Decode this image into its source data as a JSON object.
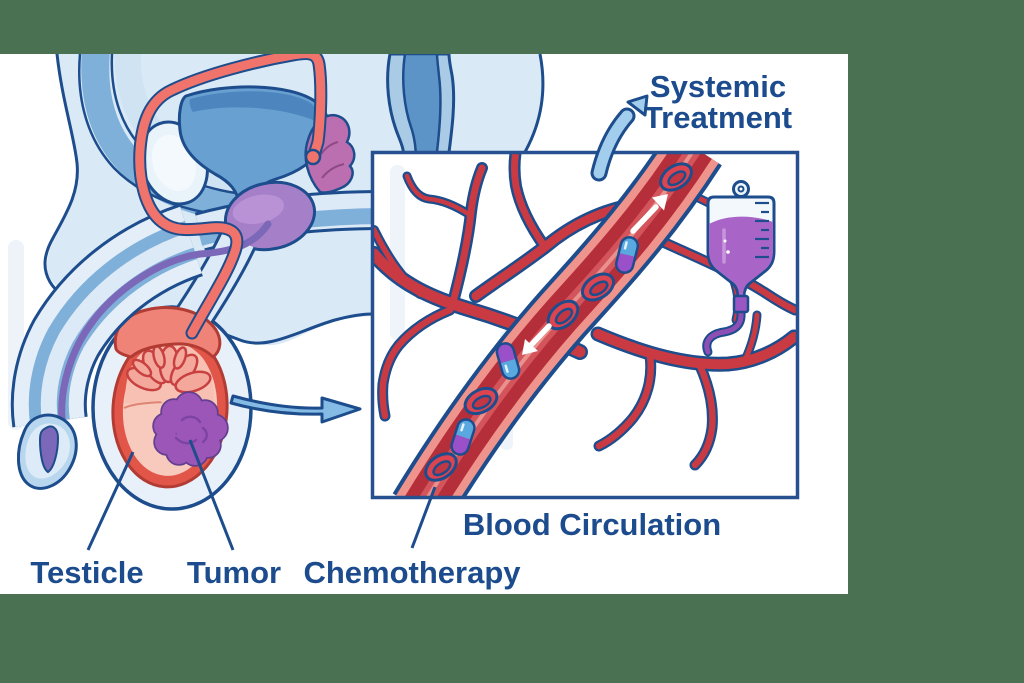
{
  "labels": {
    "systemic_treatment_line1": "Systemic",
    "systemic_treatment_line2": "Treatment",
    "blood_circulation": "Blood Circulation",
    "testicle": "Testicle",
    "tumor": "Tumor",
    "chemotherapy": "Chemotherapy"
  },
  "inset": {
    "red_blood_cell_count": 5,
    "chemo_capsule_count": 3,
    "flow_arrow_count": 2,
    "iv_bag": {
      "tick_count": 7,
      "liquid_color": "#a964c8"
    }
  },
  "annotations": {
    "leader_lines": [
      "testicle",
      "tumor",
      "chemotherapy"
    ],
    "arrows": [
      "zoom-arrow-to-inset",
      "systemic-treatment-arrow"
    ]
  },
  "colors": {
    "outer_background": "#4b7153",
    "canvas": "#ffffff",
    "outline_navy": "#1d4d8c",
    "label_text": "#1c4c8d",
    "body_light_blue": "#d9e9f6",
    "body_medium_blue": "#7fb0da",
    "bladder_blue": "#68a0d2",
    "bladder_top_blue": "#4d86be",
    "pubic_bone_pale": "#e9f3fa",
    "prostate_purple": "#a67fc9",
    "seminal_vesicle_mauve": "#bc6fb0",
    "vas_deferens_red": "#f0736c",
    "urethra_purple": "#7b68b8",
    "scrotum_light": "#e8f1fa",
    "testicle_ring_red": "#e25549",
    "testicle_inner": "#f8c9bd",
    "lobule_salmon": "#f4a89c",
    "lobule_outline": "#c84040",
    "epididymis_salmon": "#ef8377",
    "tumor_purple": "#9c56b8",
    "tumor_outline": "#643f8f",
    "vessel_outer": "#ef938d",
    "vessel_inner": "#b52f3b",
    "vessel_streak": "#d4545c",
    "branch_red": "#c93a43",
    "rbc_red": "#dc4450",
    "capsule_blue": "#5aa8e0",
    "capsule_purple": "#9a50c8",
    "iv_liquid_purple": "#a964c8",
    "iv_tube_purple": "#8e4fb5",
    "zoom_arrow_blue": "#85bce6",
    "flow_arrow_white": "#ffffff"
  }
}
